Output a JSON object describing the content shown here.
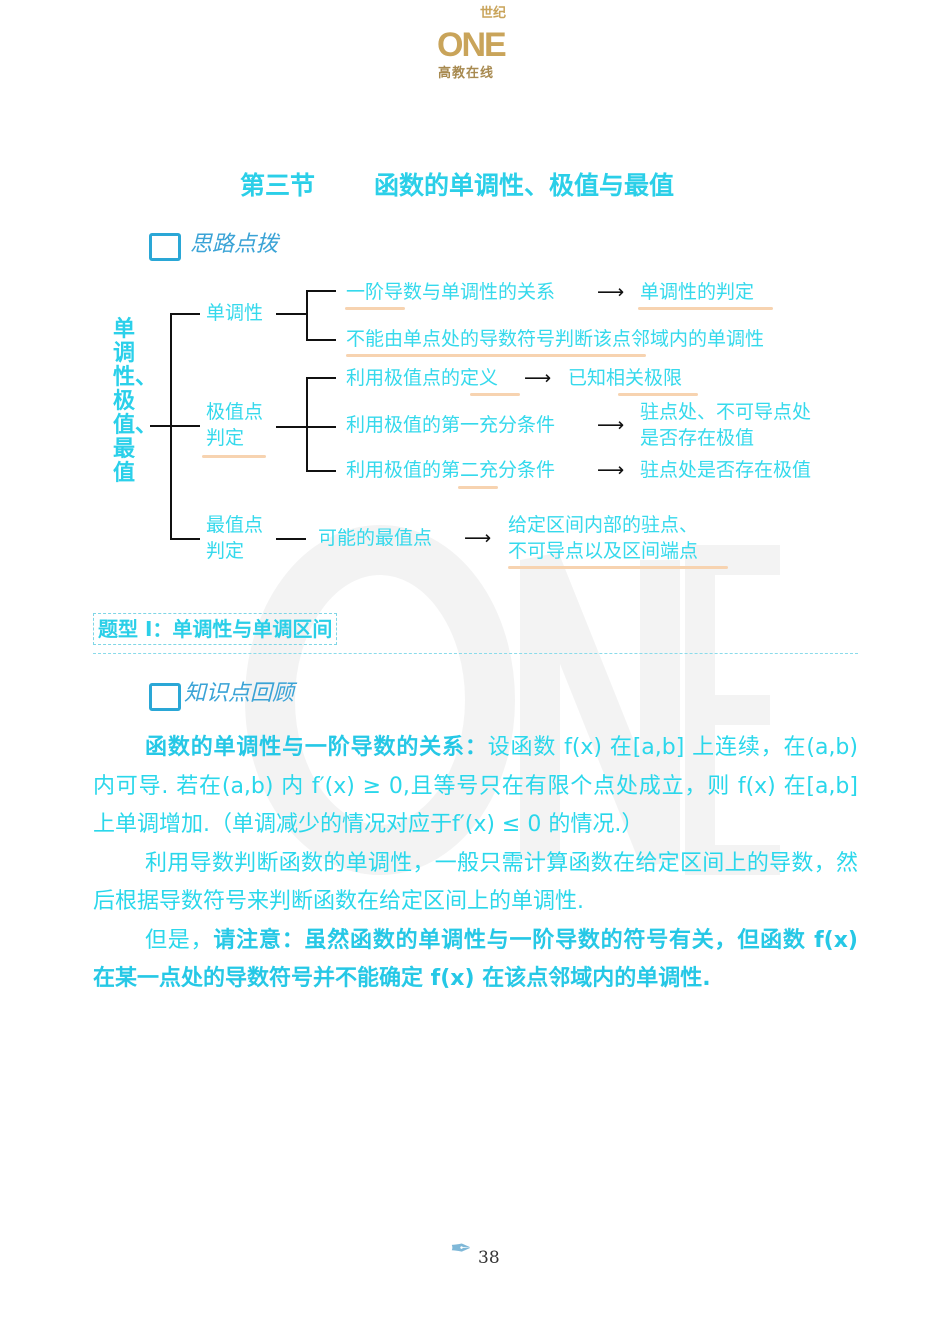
{
  "logo": {
    "brand": "ONE",
    "top": "世纪",
    "sub": "高教在线"
  },
  "title": {
    "section": "第三节",
    "name": "函数的单调性、极值与最值"
  },
  "section1": "思路点拨",
  "diagram": {
    "root": "单调性、极值、最值",
    "b1": "单调性",
    "b1a": "一阶导数与单调性的关系",
    "b1a_r": "单调性的判定",
    "b1b": "不能由单点处的导数符号判断该点邻域内的单调性",
    "b2_1": "极值点",
    "b2_2": "判定",
    "b2a": "利用极值点的定义",
    "b2a_r": "已知相关极限",
    "b2b": "利用极值的第一充分条件",
    "b2b_r1": "驻点处、不可导点处",
    "b2b_r2": "是否存在极值",
    "b2c": "利用极值的第二充分条件",
    "b2c_r": "驻点处是否存在极值",
    "b3_1": "最值点",
    "b3_2": "判定",
    "b3a": "可能的最值点",
    "b3a_r1": "给定区间内部的驻点、",
    "b3a_r2": "不可导点以及区间端点"
  },
  "type_box": "题型 Ⅰ：单调性与单调区间",
  "section2": "知识点回顾",
  "para1": {
    "bold": "函数的单调性与一阶导数的关系：",
    "text": "设函数 f(x) 在[a,b] 上连续，在(a,b) 内可导. 若在(a,b) 内 f′(x) ≥ 0,且等号只在有限个点处成立，则 f(x) 在[a,b] 上单调增加.（单调减少的情况对应于f′(x) ≤ 0 的情况.）"
  },
  "para2": "利用导数判断函数的单调性，一般只需计算函数在给定区间上的导数，然后根据导数符号来判断函数在给定区间上的单调性.",
  "para3": {
    "lead": "但是，",
    "bold": "请注意：虽然函数的单调性与一阶导数的符号有关，但函数 f(x) 在某一点处的导数符号并不能确定 f(x) 在该点邻域内的单调性."
  },
  "page_number": "38",
  "colors": {
    "text": "#2ad7eb",
    "heading": "#2bcfe8",
    "logo": "#c9a45a",
    "highlight": "#f7d3b0"
  }
}
